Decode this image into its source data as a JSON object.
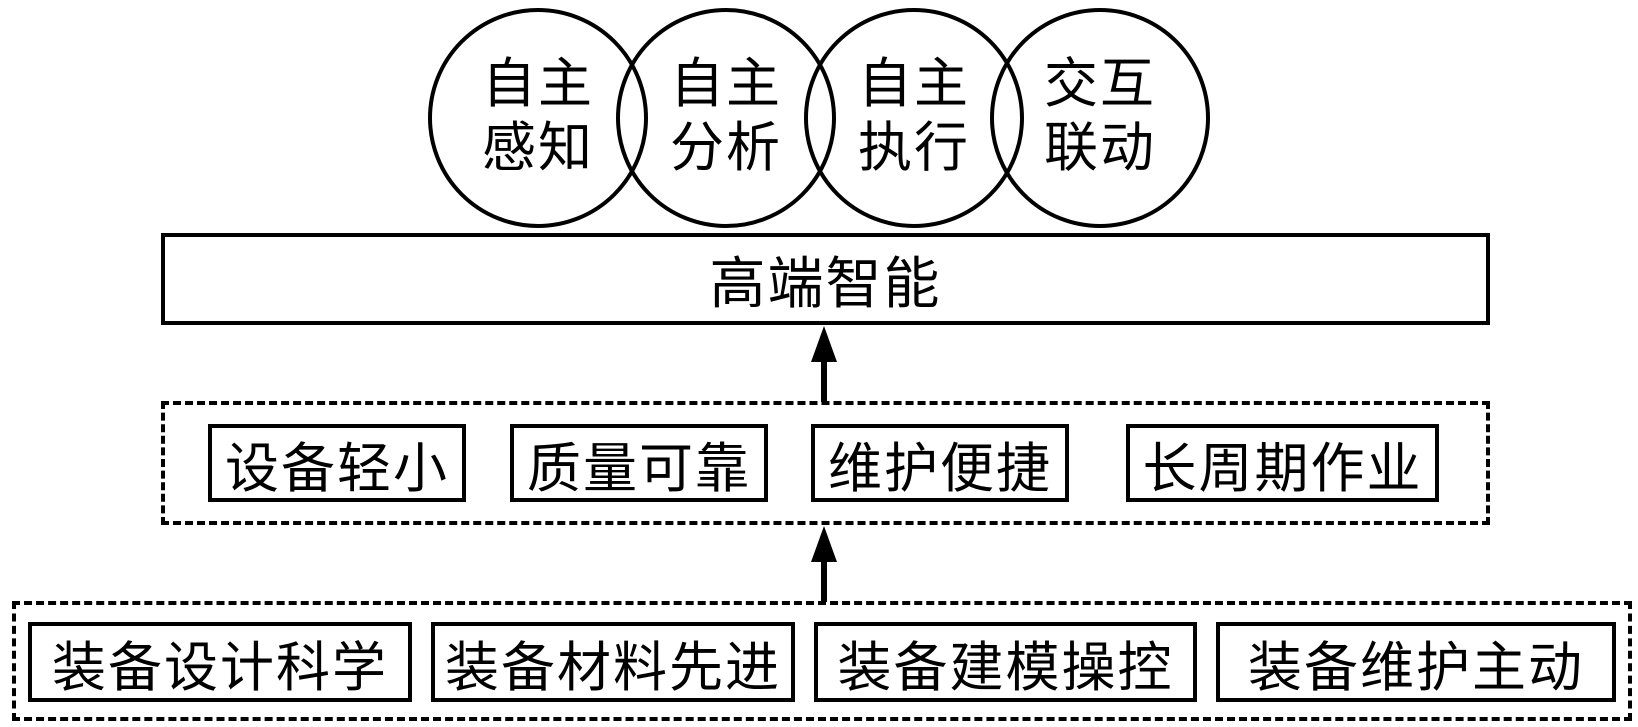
{
  "capabilities": [
    {
      "line1": "自主",
      "line2": "感知"
    },
    {
      "line1": "自主",
      "line2": "分析"
    },
    {
      "line1": "自主",
      "line2": "执行"
    },
    {
      "line1": "交互",
      "line2": "联动"
    }
  ],
  "top_bar": {
    "label": "高端智能"
  },
  "middle_group": {
    "items": [
      "设备轻小",
      "质量可靠",
      "维护便捷",
      "长周期作业"
    ]
  },
  "bottom_group": {
    "items": [
      "装备设计科学",
      "装备材料先进",
      "装备建模操控",
      "装备维护主动"
    ]
  }
}
